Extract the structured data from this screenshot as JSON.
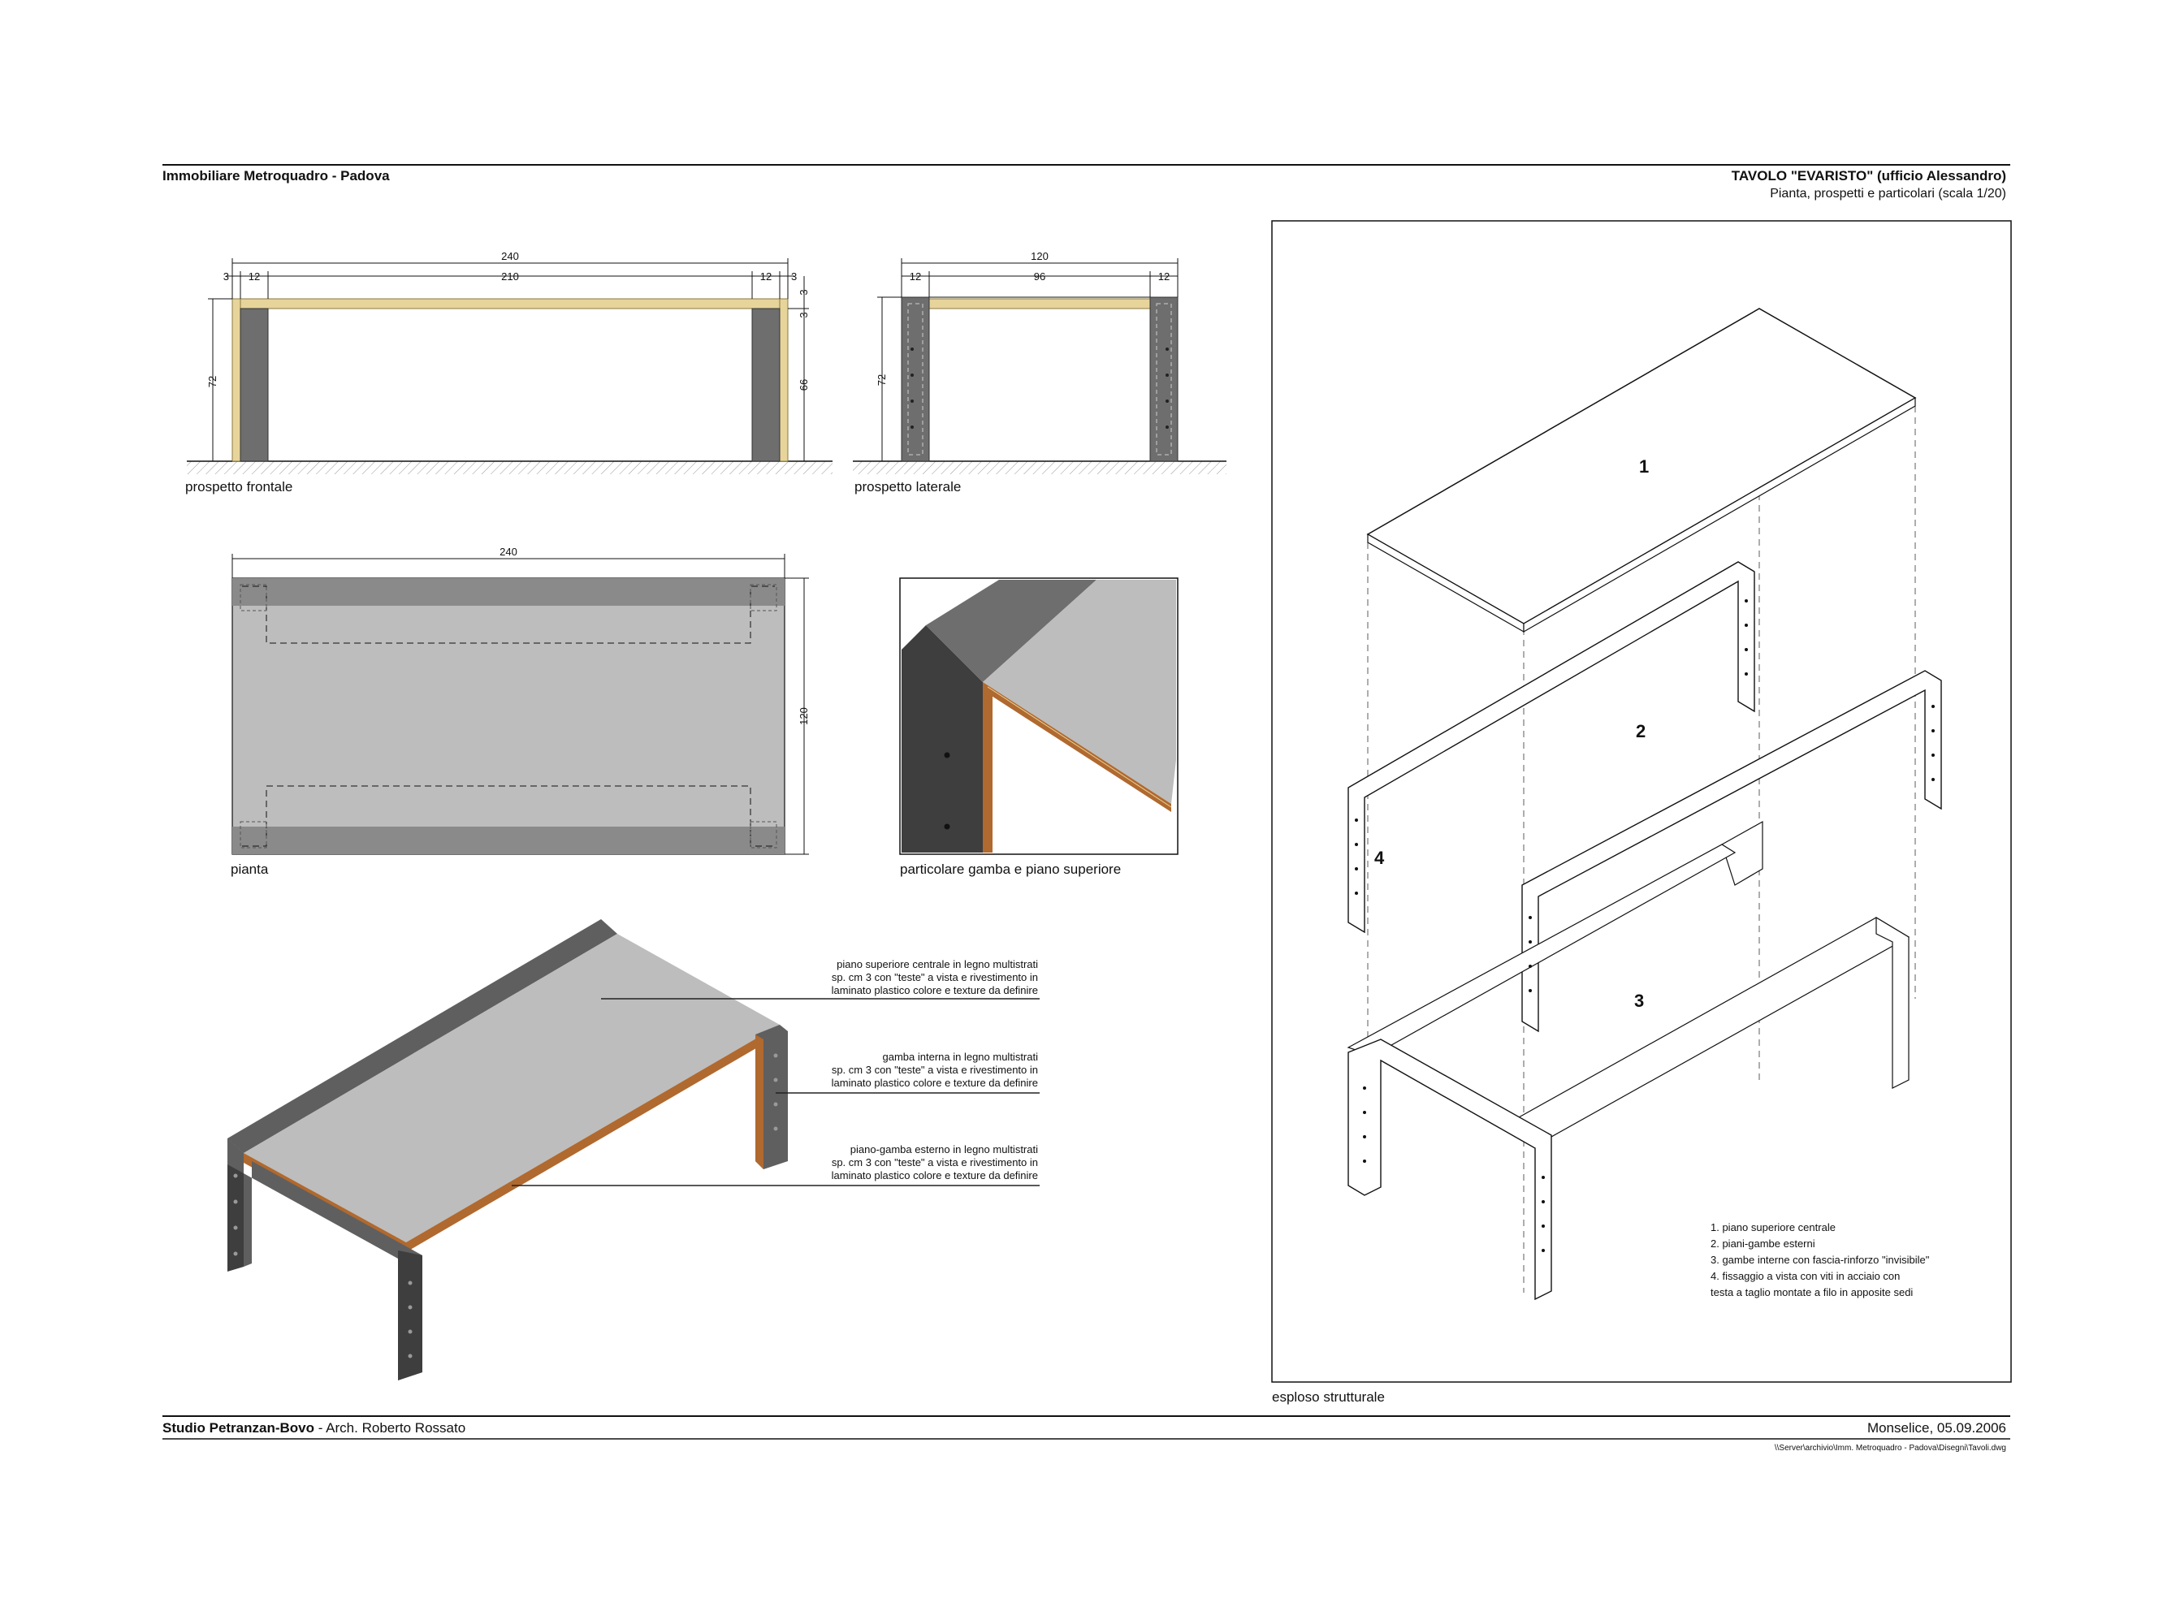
{
  "header": {
    "client": "Immobiliare Metroquadro - Padova",
    "title": "TAVOLO \"EVARISTO\" (ufficio Alessandro)",
    "subtitle": "Pianta, prospetti e particolari (scala 1/20)"
  },
  "views": {
    "front": "prospetto frontale",
    "side": "prospetto laterale",
    "plan": "pianta",
    "detail": "particolare gamba e piano superiore",
    "exploded": "esploso strutturale"
  },
  "dimensions": {
    "front": {
      "total": "240",
      "edge_l": "3",
      "leg_l": "12",
      "inner": "210",
      "leg_r": "12",
      "edge_r": "3",
      "height": "72",
      "top_1": "3",
      "top_2": "3",
      "leg_h": "66"
    },
    "side": {
      "total": "120",
      "leg_l": "12",
      "inner": "96",
      "leg_r": "12",
      "height": "72"
    },
    "plan": {
      "width": "240",
      "depth": "120"
    }
  },
  "annotations": {
    "top": [
      "piano superiore centrale in legno multistrati",
      "sp. cm 3 con \"teste\" a vista e rivestimento in",
      "laminato plastico colore e texture da definire"
    ],
    "inner_leg": [
      "gamba interna in legno multistrati",
      "sp. cm 3 con \"teste\" a vista e rivestimento in",
      "laminato plastico colore e texture da definire"
    ],
    "outer_leg": [
      "piano-gamba esterno in legno multistrati",
      "sp. cm 3 con \"teste\" a vista e rivestimento in",
      "laminato plastico colore e texture da definire"
    ]
  },
  "exploded_numbers": [
    "1",
    "2",
    "3",
    "4"
  ],
  "legend": [
    "1. piano superiore centrale",
    "2. piani-gambe esterni",
    "3. gambe interne con fascia-rinforzo \"invisibile\"",
    "4. fissaggio a vista con viti in acciaio con",
    "testa a taglio montate a filo in apposite sedi"
  ],
  "footer": {
    "studio": "Studio Petranzan-Bovo",
    "architect": " - Arch. Roberto Rossato",
    "place_date": "Monselice, 05.09.2006",
    "path": "\\\\Server\\archivio\\Imm. Metroquadro - Padova\\Disegni\\Tavoli.dwg"
  },
  "colors": {
    "leg": "#6e6e6e",
    "top": "#bdbdbd",
    "wood": "#e7d49a",
    "edge": "#b0692f",
    "line": "#111111"
  }
}
